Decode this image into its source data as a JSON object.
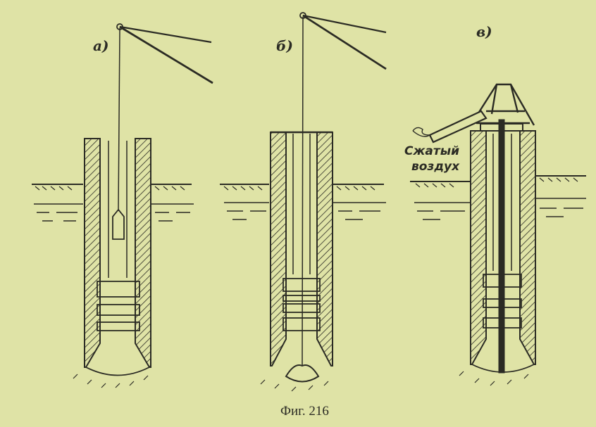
{
  "figure": {
    "panels": [
      {
        "label": "а)"
      },
      {
        "label": "б)"
      },
      {
        "label": "в)"
      }
    ],
    "annotations": {
      "air_line1": "Сжатый",
      "air_line2": "воздух"
    },
    "caption": "Фиг. 216",
    "colors": {
      "paper": "#dfe3a6",
      "ink": "#2b2b24"
    }
  }
}
